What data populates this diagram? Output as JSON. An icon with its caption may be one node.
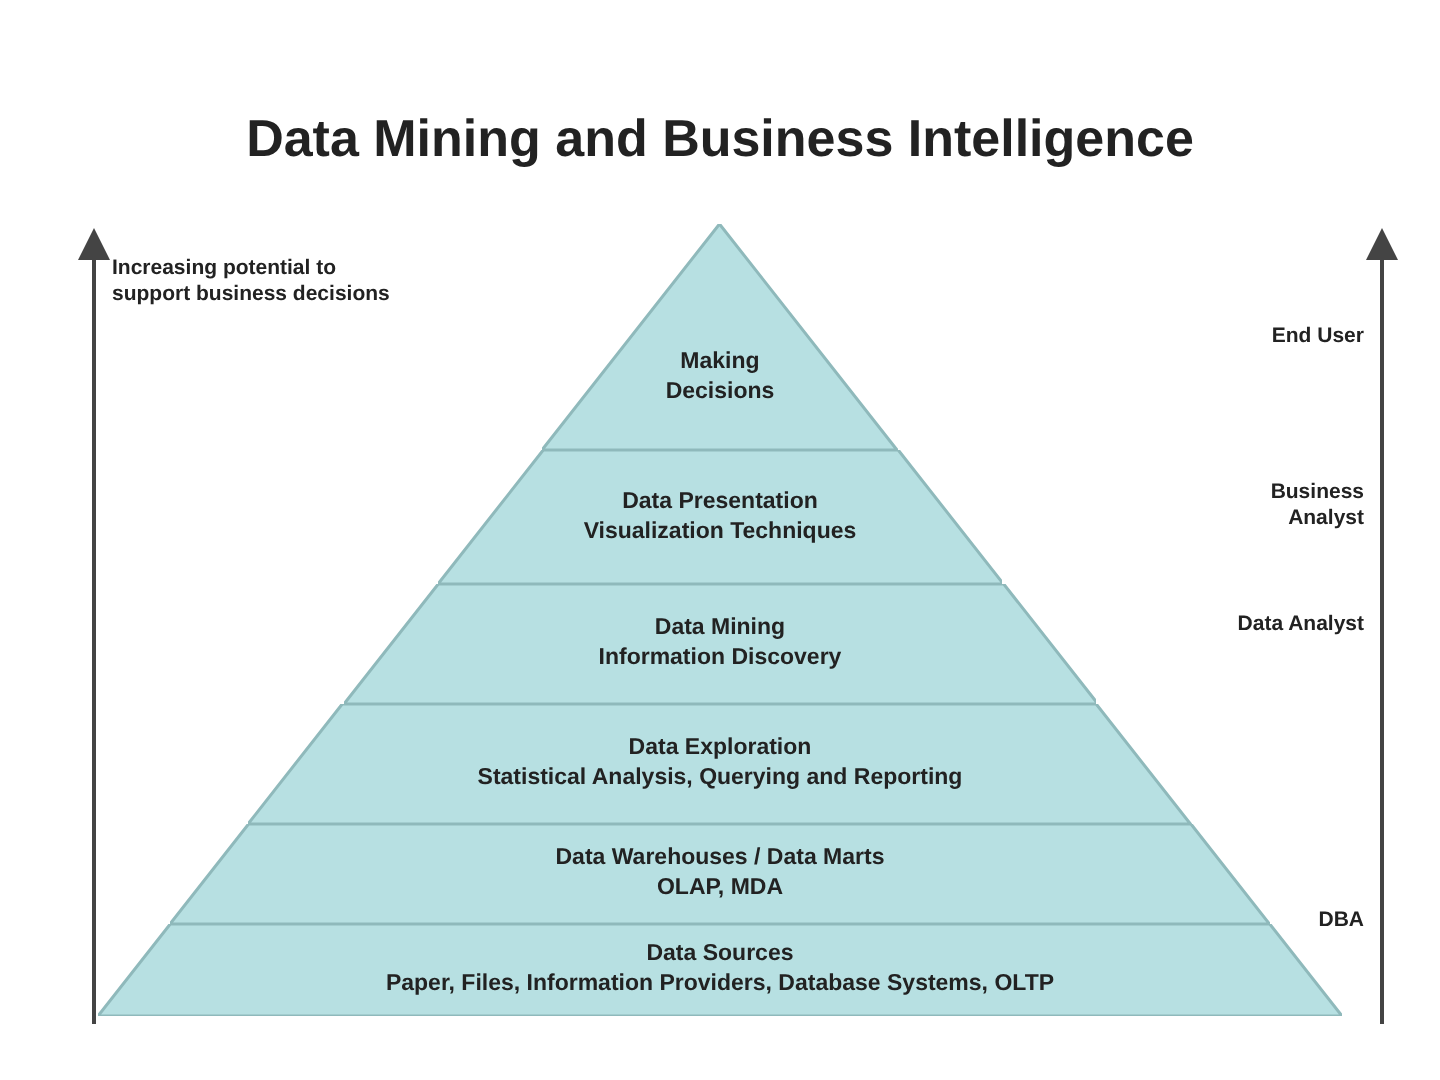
{
  "diagram": {
    "title": "Data Mining and Business Intelligence",
    "nodes": [
      {
        "text": [
          "Making Decisions"
        ]
      },
      {
        "text": [
          "Data Presentation",
          "Visualization Techniques"
        ]
      },
      {
        "text": [
          "Data Mining",
          "Information Discovery"
        ]
      },
      {
        "text": [
          "Data Exploration",
          "Statistical Analysis, Querying and Reporting"
        ]
      },
      {
        "text": [
          "Data Warehouses / Data Marts",
          "OLAP, MDA"
        ]
      },
      {
        "text": [
          "Data Sources",
          "Paper, Files, Information Providers, Database Systems, OLTP"
        ]
      }
    ],
    "labels": [
      "Increasing potential to support business decisions",
      "End User",
      "Business Analyst",
      "Data Analyst",
      "DBA"
    ]
  }
}
